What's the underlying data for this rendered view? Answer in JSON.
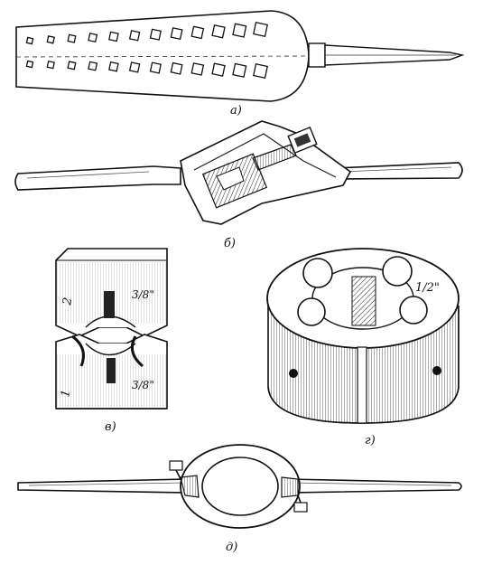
{
  "figures": {
    "a": {
      "caption": "а)"
    },
    "b": {
      "caption": "б)"
    },
    "v": {
      "caption": "в)",
      "die_marks": {
        "top_number": "2",
        "top_size": "3/8\"",
        "bottom_number": "1",
        "bottom_size": "3/8\""
      }
    },
    "g": {
      "caption": "г)",
      "size_mark": "1/2\""
    },
    "d": {
      "caption": "д)"
    }
  }
}
